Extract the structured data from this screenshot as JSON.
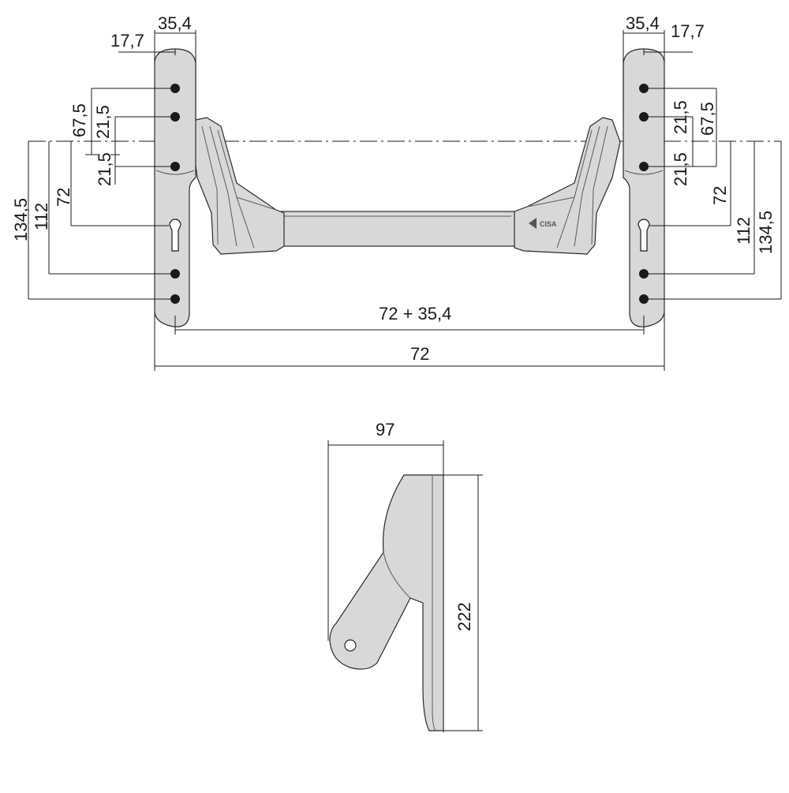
{
  "front_view": {
    "left_plate": {
      "width_label": "35,4",
      "axis_label": "17,7",
      "hole_top_label": "67,5",
      "hole_upper_label": "21,5",
      "hole_lower_label": "21,5",
      "height_label": "134,5",
      "lower_hole_label": "112",
      "cylinder_label": "72"
    },
    "right_plate": {
      "width_label": "35,4",
      "axis_label": "17,7",
      "hole_top_label": "67,5",
      "hole_upper_label": "21,5",
      "hole_lower_label": "21,5",
      "height_label": "134,5",
      "lower_hole_label": "112",
      "cylinder_label": "72"
    },
    "interaxis_label": "72 + 35,4",
    "overall_label": "72",
    "brand_label": "CISA"
  },
  "side_view": {
    "depth_label": "97",
    "height_label": "222"
  }
}
